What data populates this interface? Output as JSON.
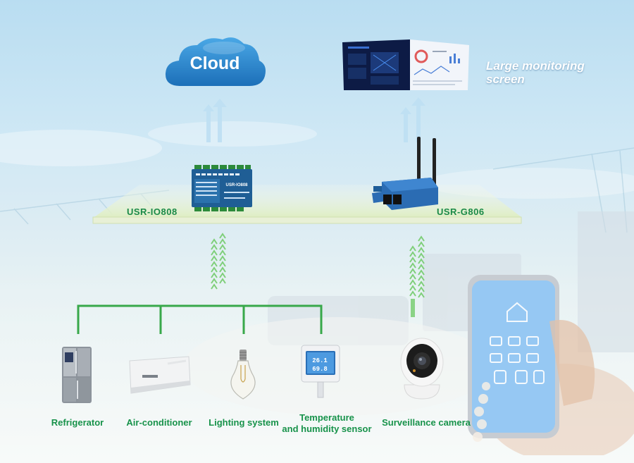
{
  "cloud": {
    "label": "Cloud"
  },
  "monitor": {
    "label_line1": "Large monitoring",
    "label_line2": "screen"
  },
  "gateways": [
    {
      "label": "USR-IO808",
      "panel_title": "USR-IO808"
    },
    {
      "label": "USR-G806"
    }
  ],
  "devices": [
    {
      "label": "Refrigerator"
    },
    {
      "label": "Air-conditioner"
    },
    {
      "label": "Lighting system"
    },
    {
      "label_line1": "Temperature",
      "label_line2": "and humidity sensor",
      "reading_top": "26.1",
      "reading_bottom": "69.8"
    },
    {
      "label": "Surveillance camera"
    }
  ],
  "colors": {
    "accent_green": "#17924a",
    "cloud_blue": "#2a86cf",
    "platform_green": "#e4f0c8",
    "io808_blue": "#1f5e95",
    "g806_blue": "#2b6cb3",
    "arrow_blue": "#a9d4ee"
  }
}
